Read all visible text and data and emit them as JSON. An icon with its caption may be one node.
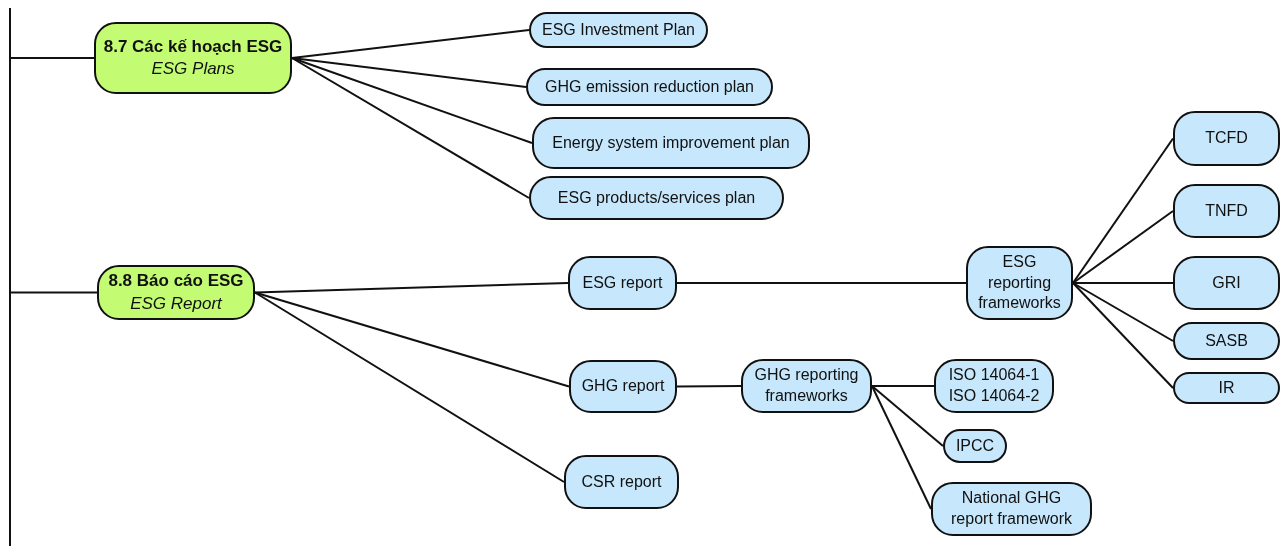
{
  "diagram": {
    "nodes": [
      {
        "text": [
          "8.7 Các kế hoạch ESG",
          "ESG Plans"
        ]
      },
      {
        "text": [
          "ESG Investment Plan"
        ]
      },
      {
        "text": [
          "GHG emission reduction plan"
        ]
      },
      {
        "text": [
          "Energy system improvement plan"
        ]
      },
      {
        "text": [
          "ESG products/services plan"
        ]
      },
      {
        "text": [
          "8.8 Báo cáo ESG",
          "ESG Report"
        ]
      },
      {
        "text": [
          "ESG report"
        ]
      },
      {
        "text": [
          "GHG report"
        ]
      },
      {
        "text": [
          "CSR report"
        ]
      },
      {
        "text": [
          "ESG reporting frameworks"
        ]
      },
      {
        "text": [
          "TCFD"
        ]
      },
      {
        "text": [
          "TNFD"
        ]
      },
      {
        "text": [
          "GRI"
        ]
      },
      {
        "text": [
          "SASB"
        ]
      },
      {
        "text": [
          "IR"
        ]
      },
      {
        "text": [
          "GHG reporting frameworks"
        ]
      },
      {
        "text": [
          "ISO 14064-1 ISO 14064-2"
        ]
      },
      {
        "text": [
          "IPCC"
        ]
      },
      {
        "text": [
          "National GHG report framework"
        ]
      }
    ],
    "edges": [
      {
        "from": null,
        "to": 0,
        "arrow": "none"
      },
      {
        "from": null,
        "to": 5,
        "arrow": "none"
      },
      {
        "from": 0,
        "to": 1,
        "arrow": "none"
      },
      {
        "from": 0,
        "to": 2,
        "arrow": "none"
      },
      {
        "from": 0,
        "to": 3,
        "arrow": "none"
      },
      {
        "from": 0,
        "to": 4,
        "arrow": "none"
      },
      {
        "from": 5,
        "to": 6,
        "arrow": "none"
      },
      {
        "from": 5,
        "to": 7,
        "arrow": "none"
      },
      {
        "from": 5,
        "to": 8,
        "arrow": "none"
      },
      {
        "from": 6,
        "to": 9,
        "arrow": "none"
      },
      {
        "from": 9,
        "to": 10,
        "arrow": "none"
      },
      {
        "from": 9,
        "to": 11,
        "arrow": "none"
      },
      {
        "from": 9,
        "to": 12,
        "arrow": "none"
      },
      {
        "from": 9,
        "to": 13,
        "arrow": "none"
      },
      {
        "from": 9,
        "to": 14,
        "arrow": "none"
      },
      {
        "from": 7,
        "to": 15,
        "arrow": "none"
      },
      {
        "from": 15,
        "to": 16,
        "arrow": "none"
      },
      {
        "from": 15,
        "to": 17,
        "arrow": "none"
      },
      {
        "from": 15,
        "to": 18,
        "arrow": "none"
      }
    ]
  }
}
